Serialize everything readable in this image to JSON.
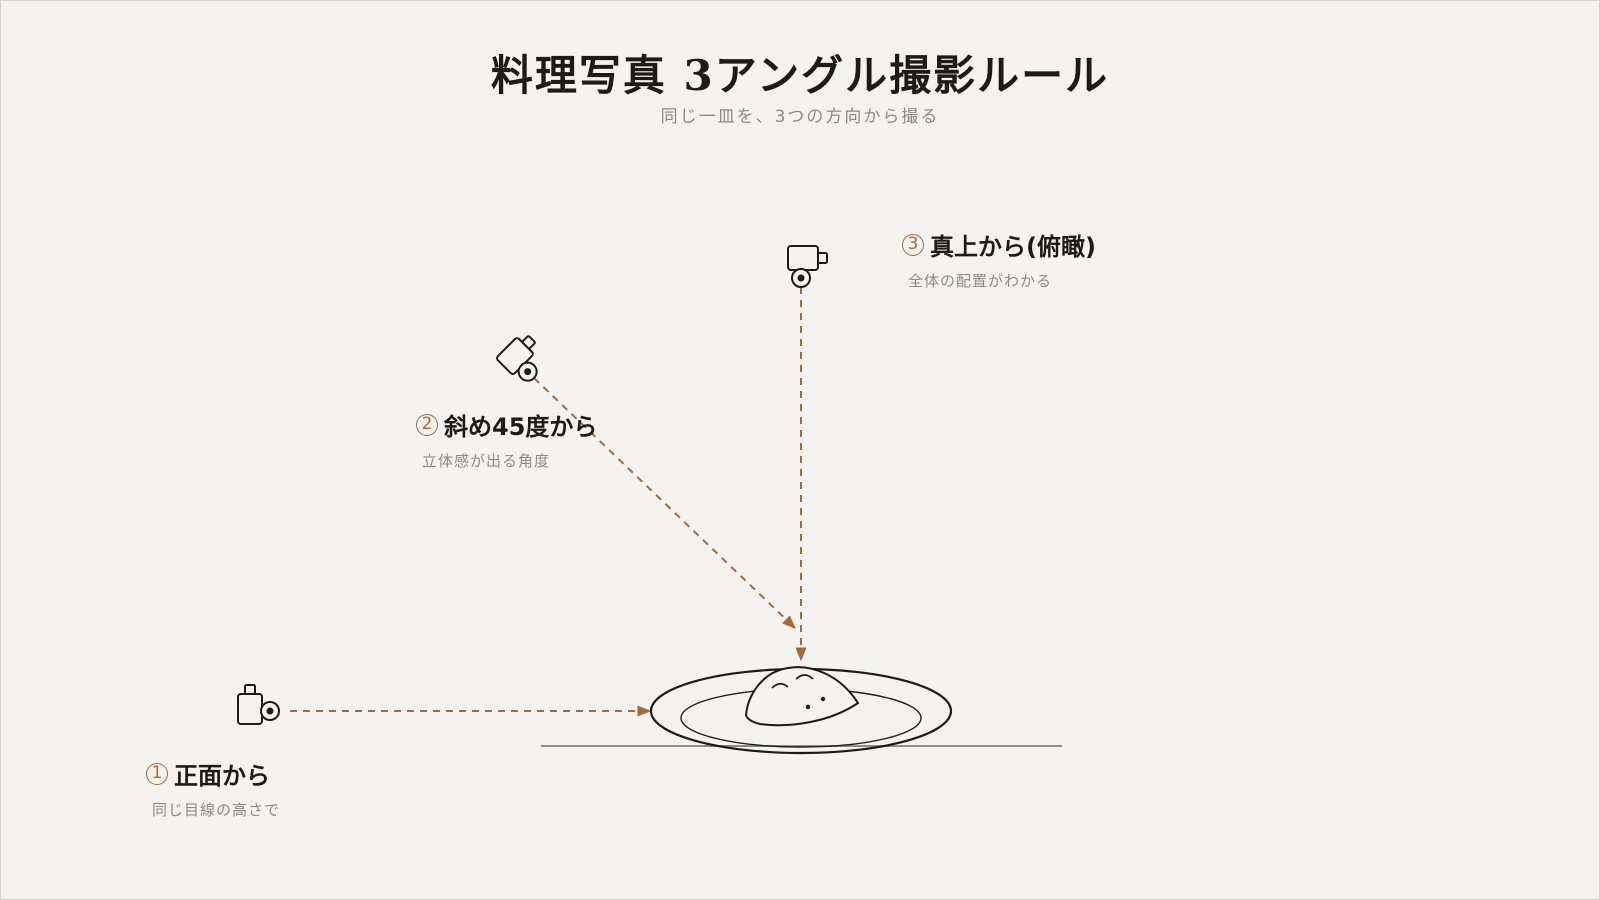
{
  "header": {
    "title": "料理写真 3アングル撮影ルール",
    "subtitle": "同じ一皿を、3つの方向から撮る"
  },
  "angles": [
    {
      "number": "1",
      "title": "正面から",
      "description": "同じ目線の高さで"
    },
    {
      "number": "2",
      "title": "斜め45度から",
      "description": "立体感が出る角度"
    },
    {
      "number": "3",
      "title": "真上から(俯瞰)",
      "description": "全体の配置がわかる"
    }
  ],
  "icons": {
    "camera": "camera-icon",
    "dish": "dish-icon"
  },
  "colors": {
    "background": "#f4f3ef",
    "accent": "#a8683e",
    "ink": "#1d1a17",
    "muted": "#8d8a85"
  }
}
